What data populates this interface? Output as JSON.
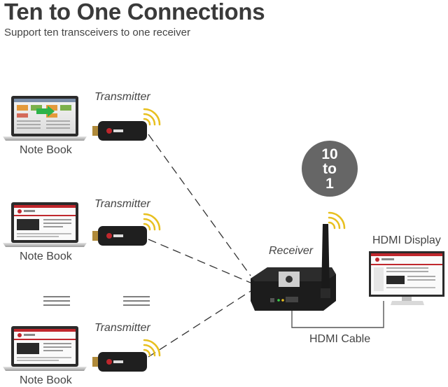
{
  "header": {
    "title": "Ten to One Connections",
    "subtitle": "Support ten transceivers to one receiver"
  },
  "labels": {
    "transmitter": "Transmitter",
    "notebook": "Note Book",
    "receiver": "Receiver",
    "display": "HDMI Display",
    "cable": "HDMI Cable"
  },
  "badge": {
    "line1": "10",
    "line2": "to",
    "line3": "1"
  },
  "colors": {
    "accent_red": "#c0272d",
    "device_dark": "#1f1f1f",
    "wifi_yellow": "#e8c020",
    "badge_gray": "#666666"
  },
  "icons": [
    "laptop-icon",
    "transmitter-dongle-icon",
    "wifi-signal-icon",
    "receiver-box-icon",
    "antenna-icon",
    "monitor-icon"
  ]
}
